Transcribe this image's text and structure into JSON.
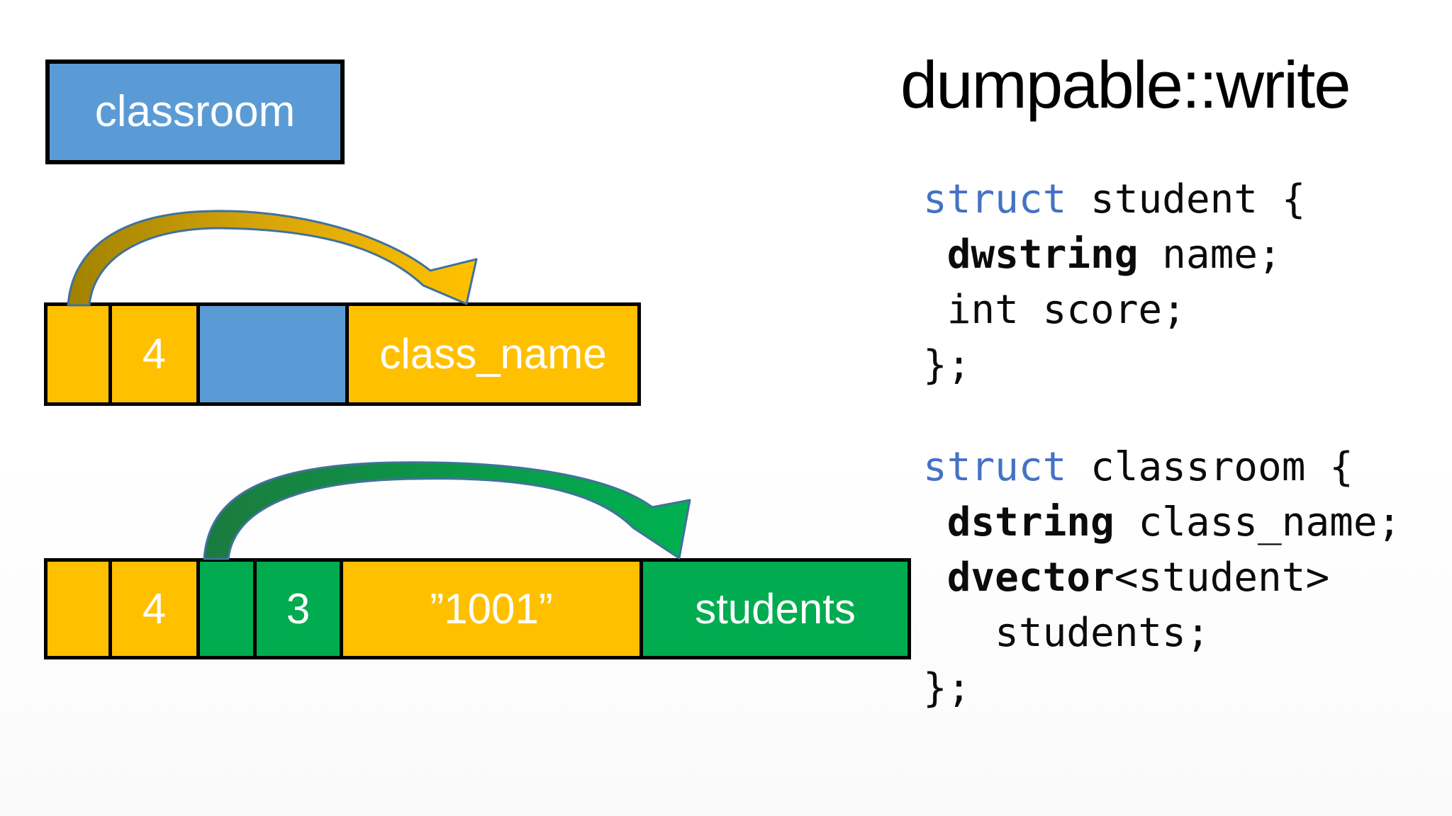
{
  "slide": {
    "title": "dumpable::write"
  },
  "diagram": {
    "classroom_box": {
      "label": "classroom"
    },
    "bars": [
      {
        "name": "classroom-serialized-header",
        "segments": [
          {
            "label": "",
            "color": "orange"
          },
          {
            "label": "4",
            "color": "orange"
          },
          {
            "label": "",
            "color": "blue"
          },
          {
            "label": "class_name",
            "color": "orange"
          }
        ]
      },
      {
        "name": "classroom-serialized-full",
        "segments": [
          {
            "label": "",
            "color": "orange"
          },
          {
            "label": "4",
            "color": "orange"
          },
          {
            "label": "",
            "color": "green"
          },
          {
            "label": "3",
            "color": "green"
          },
          {
            "label": "”1001”",
            "color": "orange"
          },
          {
            "label": "students",
            "color": "green"
          }
        ]
      }
    ],
    "arrows": [
      {
        "name": "dstring-offset-arrow",
        "color_theme": "gold"
      },
      {
        "name": "dvector-offset-arrow",
        "color_theme": "green"
      }
    ]
  },
  "code": {
    "blocks": [
      {
        "lines": [
          [
            {
              "t": "struct",
              "k": true
            },
            {
              "t": " student {"
            }
          ],
          [
            {
              "t": " "
            },
            {
              "t": "dwstring",
              "b": true
            },
            {
              "t": " name;"
            }
          ],
          [
            {
              "t": " int score;"
            }
          ],
          [
            {
              "t": "};"
            }
          ]
        ]
      },
      {
        "lines": [
          [
            {
              "t": "struct",
              "k": true
            },
            {
              "t": " classroom {"
            }
          ],
          [
            {
              "t": " "
            },
            {
              "t": "dstring",
              "b": true
            },
            {
              "t": " class_name;"
            }
          ],
          [
            {
              "t": " "
            },
            {
              "t": "dvector",
              "b": true
            },
            {
              "t": "<student>"
            }
          ],
          [
            {
              "t": "   students;"
            }
          ],
          [
            {
              "t": "};"
            }
          ]
        ]
      }
    ]
  },
  "colors": {
    "orange": "#FFC000",
    "green": "#00AC4F",
    "blue": "#5B9BD5",
    "border": "#000000",
    "keyword": "#4472C4",
    "arrow_outline": "#41719C",
    "gold_dark": "#A08200",
    "gold_mid": "#D8A60A",
    "gold_bright": "#FFC000",
    "green_dark": "#1B7A3E",
    "green_mid": "#0C9648",
    "green_bright": "#00B050"
  }
}
